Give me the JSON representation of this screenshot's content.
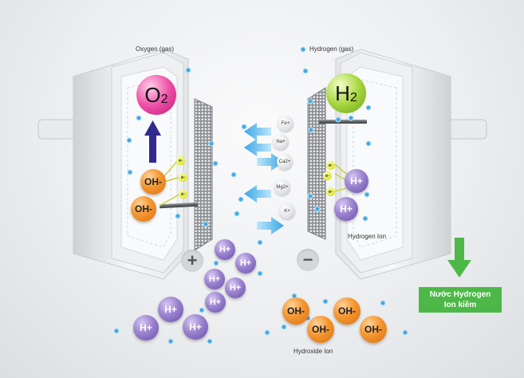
{
  "labels": {
    "oxygen_gas": "Oxygen (gas)",
    "hydrogen_gas": "Hydrogen (gas)",
    "hydrogen_ion": "Hydrogen Ion",
    "hydroxide_ion": "Hydroxide Ion",
    "result_line1": "Nước Hydrogen",
    "result_line2": "Ion kiềm"
  },
  "gases": {
    "oxygen": "O",
    "oxygen_sub": "2",
    "hydrogen": "H",
    "hydrogen_sub": "2"
  },
  "ions": {
    "h_plus": "H+",
    "oh_minus": "OH-",
    "electron": "e-"
  },
  "minerals": [
    "Fe+",
    "Na+",
    "Ca2+",
    "Mg2+",
    "K+"
  ],
  "electrodes": {
    "positive": "+",
    "negative": "−"
  },
  "colors": {
    "oxygen": "#ee4fa7",
    "hydrogen": "#a7d640",
    "h_ion": "#8468c0",
    "oh_ion": "#f5962f",
    "water_drop": "#46a9e3",
    "result_box": "#4db847"
  }
}
